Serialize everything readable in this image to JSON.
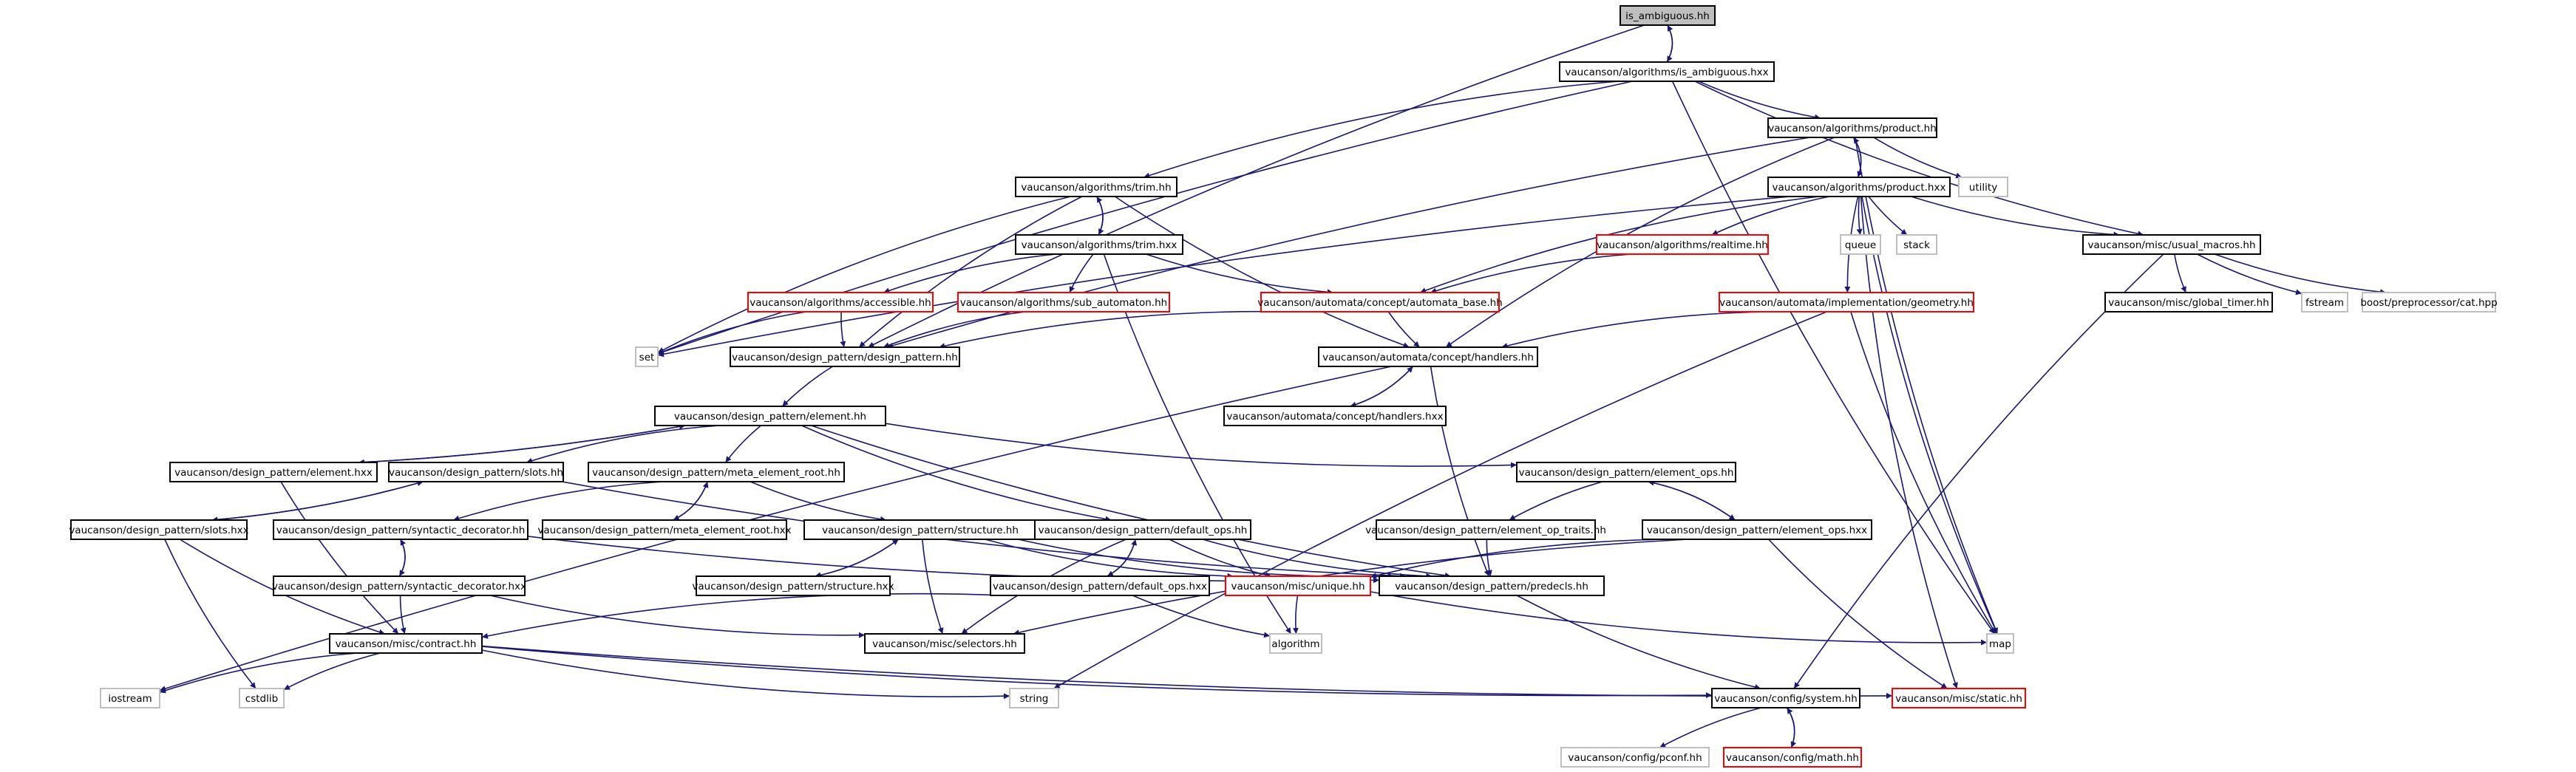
{
  "graph_title": "",
  "colors": {
    "root_fill": "#bfbfbf",
    "normal_border": "#000000",
    "external_border": "#bfbfbf",
    "missing_border": "#ff0000",
    "edge": "#191970"
  },
  "nodes": [
    {
      "id": "n0",
      "label": "is_ambiguous.hh",
      "kind": "root"
    },
    {
      "id": "n1",
      "label": "vaucanson/algorithms/is_ambiguous.hxx",
      "kind": "normal"
    },
    {
      "id": "n2",
      "label": "vaucanson/algorithms/product.hh",
      "kind": "normal"
    },
    {
      "id": "n3",
      "label": "utility",
      "kind": "external"
    },
    {
      "id": "n4",
      "label": "vaucanson/algorithms/trim.hh",
      "kind": "normal"
    },
    {
      "id": "n5",
      "label": "vaucanson/algorithms/product.hxx",
      "kind": "normal"
    },
    {
      "id": "n6",
      "label": "queue",
      "kind": "external"
    },
    {
      "id": "n7",
      "label": "stack",
      "kind": "external"
    },
    {
      "id": "n8",
      "label": "vaucanson/misc/usual_macros.hh",
      "kind": "normal"
    },
    {
      "id": "n9",
      "label": "vaucanson/algorithms/realtime.hh",
      "kind": "missing"
    },
    {
      "id": "n10",
      "label": "vaucanson/algorithms/trim.hxx",
      "kind": "normal"
    },
    {
      "id": "n11",
      "label": "vaucanson/algorithms/accessible.hh",
      "kind": "missing"
    },
    {
      "id": "n12",
      "label": "vaucanson/algorithms/sub_automaton.hh",
      "kind": "missing"
    },
    {
      "id": "n13",
      "label": "vaucanson/automata/concept/automata_base.hh",
      "kind": "missing"
    },
    {
      "id": "n14",
      "label": "vaucanson/automata/implementation/geometry.hh",
      "kind": "missing"
    },
    {
      "id": "n15",
      "label": "vaucanson/misc/global_timer.hh",
      "kind": "normal"
    },
    {
      "id": "n16",
      "label": "fstream",
      "kind": "external"
    },
    {
      "id": "n17",
      "label": "boost/preprocessor/cat.hpp",
      "kind": "external"
    },
    {
      "id": "n18",
      "label": "set",
      "kind": "external"
    },
    {
      "id": "n19",
      "label": "vaucanson/design_pattern/design_pattern.hh",
      "kind": "normal"
    },
    {
      "id": "n20",
      "label": "vaucanson/automata/concept/handlers.hh",
      "kind": "normal"
    },
    {
      "id": "n21",
      "label": "vaucanson/automata/concept/handlers.hxx",
      "kind": "normal"
    },
    {
      "id": "n22",
      "label": "vaucanson/design_pattern/element.hh",
      "kind": "normal"
    },
    {
      "id": "n23",
      "label": "vaucanson/design_pattern/element.hxx",
      "kind": "normal"
    },
    {
      "id": "n24",
      "label": "vaucanson/design_pattern/slots.hh",
      "kind": "normal"
    },
    {
      "id": "n25",
      "label": "vaucanson/design_pattern/meta_element_root.hh",
      "kind": "normal"
    },
    {
      "id": "n26",
      "label": "vaucanson/design_pattern/element_ops.hh",
      "kind": "normal"
    },
    {
      "id": "n27",
      "label": "vaucanson/design_pattern/slots.hxx",
      "kind": "normal"
    },
    {
      "id": "n28",
      "label": "vaucanson/design_pattern/syntactic_decorator.hh",
      "kind": "normal"
    },
    {
      "id": "n29",
      "label": "vaucanson/design_pattern/meta_element_root.hxx",
      "kind": "normal"
    },
    {
      "id": "n30",
      "label": "vaucanson/design_pattern/structure.hh",
      "kind": "normal"
    },
    {
      "id": "n31",
      "label": "vaucanson/design_pattern/default_ops.hh",
      "kind": "normal"
    },
    {
      "id": "n32",
      "label": "vaucanson/design_pattern/element_op_traits.hh",
      "kind": "normal"
    },
    {
      "id": "n33",
      "label": "vaucanson/design_pattern/element_ops.hxx",
      "kind": "normal"
    },
    {
      "id": "n34",
      "label": "vaucanson/design_pattern/syntactic_decorator.hxx",
      "kind": "normal"
    },
    {
      "id": "n35",
      "label": "vaucanson/design_pattern/structure.hxx",
      "kind": "normal"
    },
    {
      "id": "n36",
      "label": "vaucanson/design_pattern/default_ops.hxx",
      "kind": "normal"
    },
    {
      "id": "n37",
      "label": "vaucanson/misc/unique.hh",
      "kind": "missing"
    },
    {
      "id": "n38",
      "label": "vaucanson/design_pattern/predecls.hh",
      "kind": "normal"
    },
    {
      "id": "n39",
      "label": "vaucanson/misc/contract.hh",
      "kind": "normal"
    },
    {
      "id": "n40",
      "label": "vaucanson/misc/selectors.hh",
      "kind": "normal"
    },
    {
      "id": "n41",
      "label": "algorithm",
      "kind": "external"
    },
    {
      "id": "n42",
      "label": "map",
      "kind": "external"
    },
    {
      "id": "n43",
      "label": "iostream",
      "kind": "external"
    },
    {
      "id": "n44",
      "label": "cstdlib",
      "kind": "external"
    },
    {
      "id": "n45",
      "label": "string",
      "kind": "external"
    },
    {
      "id": "n46",
      "label": "vaucanson/config/system.hh",
      "kind": "normal"
    },
    {
      "id": "n47",
      "label": "vaucanson/misc/static.hh",
      "kind": "missing"
    },
    {
      "id": "n48",
      "label": "vaucanson/config/pconf.hh",
      "kind": "external"
    },
    {
      "id": "n49",
      "label": "vaucanson/config/math.hh",
      "kind": "missing"
    }
  ],
  "edges": [
    [
      "n0",
      "n1"
    ],
    [
      "n1",
      "n0"
    ],
    [
      "n0",
      "n19"
    ],
    [
      "n1",
      "n2"
    ],
    [
      "n1",
      "n4"
    ],
    [
      "n1",
      "n8"
    ],
    [
      "n1",
      "n18"
    ],
    [
      "n1",
      "n42"
    ],
    [
      "n2",
      "n5"
    ],
    [
      "n5",
      "n2"
    ],
    [
      "n2",
      "n3"
    ],
    [
      "n2",
      "n42"
    ],
    [
      "n2",
      "n19"
    ],
    [
      "n2",
      "n20"
    ],
    [
      "n5",
      "n6"
    ],
    [
      "n5",
      "n7"
    ],
    [
      "n5",
      "n8"
    ],
    [
      "n5",
      "n9"
    ],
    [
      "n5",
      "n13"
    ],
    [
      "n5",
      "n14"
    ],
    [
      "n5",
      "n18"
    ],
    [
      "n5",
      "n42"
    ],
    [
      "n5",
      "n47"
    ],
    [
      "n4",
      "n10"
    ],
    [
      "n10",
      "n4"
    ],
    [
      "n4",
      "n18"
    ],
    [
      "n4",
      "n19"
    ],
    [
      "n4",
      "n20"
    ],
    [
      "n10",
      "n11"
    ],
    [
      "n10",
      "n12"
    ],
    [
      "n10",
      "n13"
    ],
    [
      "n10",
      "n41"
    ],
    [
      "n9",
      "n13"
    ],
    [
      "n11",
      "n19"
    ],
    [
      "n11",
      "n18"
    ],
    [
      "n12",
      "n19"
    ],
    [
      "n13",
      "n19"
    ],
    [
      "n13",
      "n20"
    ],
    [
      "n14",
      "n20"
    ],
    [
      "n14",
      "n42"
    ],
    [
      "n14",
      "n45"
    ],
    [
      "n8",
      "n15"
    ],
    [
      "n8",
      "n16"
    ],
    [
      "n8",
      "n17"
    ],
    [
      "n8",
      "n46"
    ],
    [
      "n19",
      "n22"
    ],
    [
      "n20",
      "n21"
    ],
    [
      "n21",
      "n20"
    ],
    [
      "n20",
      "n38"
    ],
    [
      "n20",
      "n43"
    ],
    [
      "n22",
      "n23"
    ],
    [
      "n23",
      "n22"
    ],
    [
      "n22",
      "n24"
    ],
    [
      "n22",
      "n25"
    ],
    [
      "n22",
      "n26"
    ],
    [
      "n22",
      "n31"
    ],
    [
      "n22",
      "n38"
    ],
    [
      "n23",
      "n39"
    ],
    [
      "n24",
      "n27"
    ],
    [
      "n27",
      "n24"
    ],
    [
      "n24",
      "n38"
    ],
    [
      "n25",
      "n29"
    ],
    [
      "n29",
      "n25"
    ],
    [
      "n25",
      "n28"
    ],
    [
      "n25",
      "n30"
    ],
    [
      "n27",
      "n39"
    ],
    [
      "n27",
      "n44"
    ],
    [
      "n28",
      "n34"
    ],
    [
      "n34",
      "n28"
    ],
    [
      "n28",
      "n38"
    ],
    [
      "n34",
      "n39"
    ],
    [
      "n34",
      "n40"
    ],
    [
      "n30",
      "n35"
    ],
    [
      "n35",
      "n30"
    ],
    [
      "n30",
      "n37"
    ],
    [
      "n30",
      "n38"
    ],
    [
      "n30",
      "n40"
    ],
    [
      "n31",
      "n36"
    ],
    [
      "n36",
      "n31"
    ],
    [
      "n31",
      "n37"
    ],
    [
      "n31",
      "n38"
    ],
    [
      "n31",
      "n40"
    ],
    [
      "n36",
      "n39"
    ],
    [
      "n36",
      "n41"
    ],
    [
      "n26",
      "n32"
    ],
    [
      "n26",
      "n33"
    ],
    [
      "n33",
      "n26"
    ],
    [
      "n32",
      "n38"
    ],
    [
      "n33",
      "n37"
    ],
    [
      "n33",
      "n40"
    ],
    [
      "n33",
      "n47"
    ],
    [
      "n37",
      "n41"
    ],
    [
      "n37",
      "n42"
    ],
    [
      "n38",
      "n46"
    ],
    [
      "n39",
      "n43"
    ],
    [
      "n39",
      "n44"
    ],
    [
      "n39",
      "n45"
    ],
    [
      "n39",
      "n46"
    ],
    [
      "n39",
      "n47"
    ],
    [
      "n46",
      "n48"
    ],
    [
      "n46",
      "n49"
    ],
    [
      "n49",
      "n46"
    ]
  ]
}
